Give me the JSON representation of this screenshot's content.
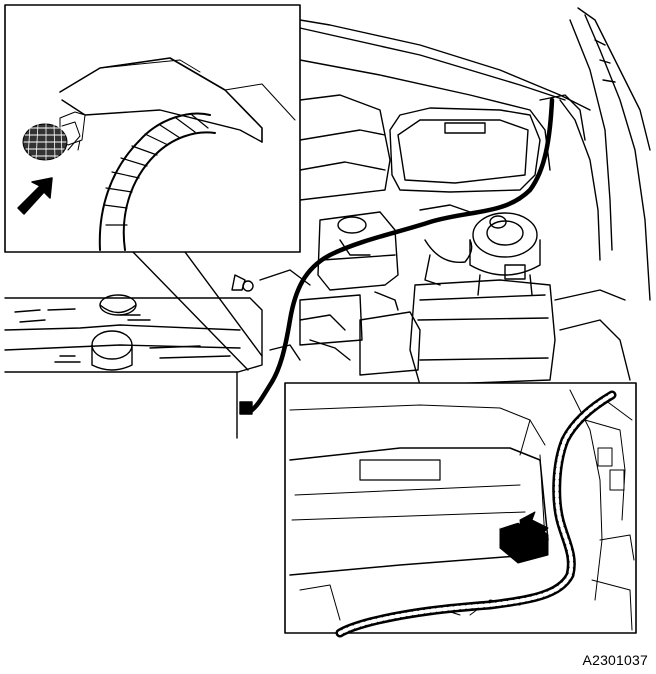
{
  "figure": {
    "code": "A2301037",
    "ink_color": "#000000",
    "paper_color": "#ffffff",
    "callouts": [
      {
        "name": "connector-detail",
        "icon": "arrow-pointer-icon"
      },
      {
        "name": "fuse-box-detail",
        "icon": "arrow-pointer-icon"
      }
    ]
  }
}
